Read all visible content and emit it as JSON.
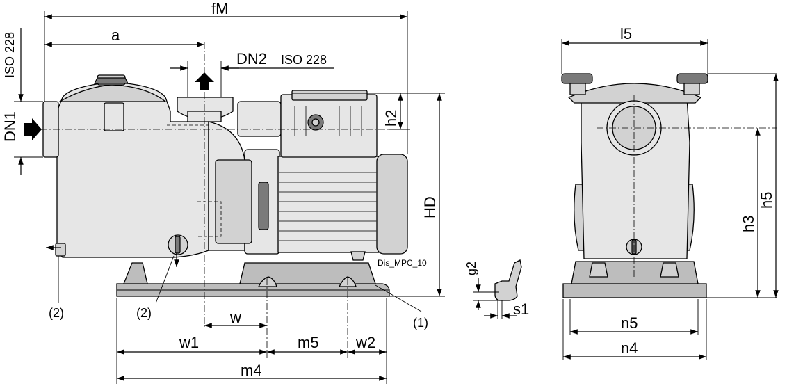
{
  "labels": {
    "fM": "fM",
    "a": "a",
    "DN2": "DN2",
    "iso_top": "ISO 228",
    "iso_side": "ISO 228",
    "DN1": "DN1",
    "h2": "h2",
    "HD": "HD",
    "drawing_id": "Dis_MPC_10",
    "callout_2_left": "(2)",
    "callout_2_mid": "(2)",
    "callout_1": "(1)",
    "w": "w",
    "w1": "w1",
    "m5": "m5",
    "w2": "w2",
    "m4": "m4",
    "g2": "g2",
    "s1": "s1",
    "l5": "l5",
    "h3": "h3",
    "h5": "h5",
    "n5": "n5",
    "n4": "n4"
  }
}
